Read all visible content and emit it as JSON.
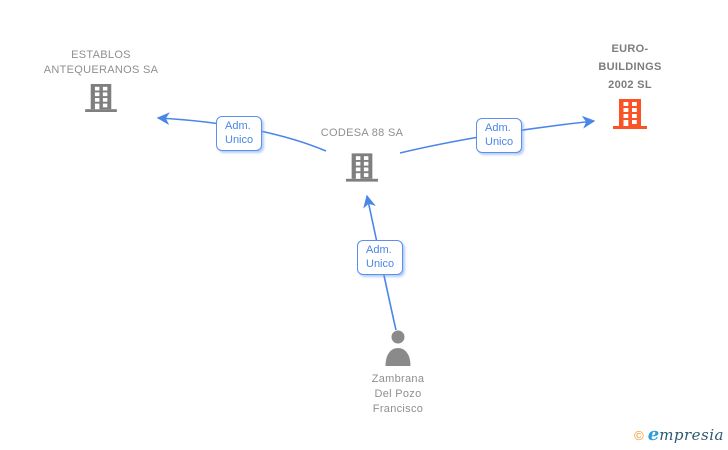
{
  "diagram": {
    "nodes": {
      "establos": {
        "name": "ESTABLOS ANTEQUERANOS SA",
        "type": "company",
        "line1": "ESTABLOS",
        "line2": "ANTEQUERANOS SA"
      },
      "codesa": {
        "name": "CODESA 88 SA",
        "type": "company",
        "line1": "CODESA 88 SA"
      },
      "eurobuildings": {
        "name": "EURO-BUILDINGS 2002 SL",
        "type": "company",
        "line1": "EURO-",
        "line2": "BUILDINGS",
        "line3": "2002 SL"
      },
      "zambrana": {
        "name": "Zambrana Del Pozo Francisco",
        "type": "person",
        "line1": "Zambrana",
        "line2": "Del Pozo",
        "line3": "Francisco"
      }
    },
    "edges": {
      "left": {
        "role": "Adm. Unico",
        "label_line1": "Adm.",
        "label_line2": "Unico",
        "from": "CODESA 88 SA",
        "to": "ESTABLOS ANTEQUERANOS SA"
      },
      "right": {
        "role": "Adm. Unico",
        "label_line1": "Adm.",
        "label_line2": "Unico",
        "from": "CODESA 88 SA",
        "to": "EURO-BUILDINGS 2002 SL"
      },
      "bottom": {
        "role": "Adm. Unico",
        "label_line1": "Adm.",
        "label_line2": "Unico",
        "from": "Zambrana Del Pozo Francisco",
        "to": "CODESA 88 SA"
      }
    }
  },
  "footer": {
    "copyright": "©",
    "brand_first_letter": "e",
    "brand_rest": "mpresia"
  },
  "colors": {
    "edge_blue": "#4a86e8",
    "label_gray": "#8f8f8f",
    "building_gray": "#7f7f7f",
    "building_orange": "#fa5426",
    "logo_orange": "#f7941e",
    "logo_light_blue": "#2d9cdb",
    "logo_dark_teal": "#2c5871"
  }
}
